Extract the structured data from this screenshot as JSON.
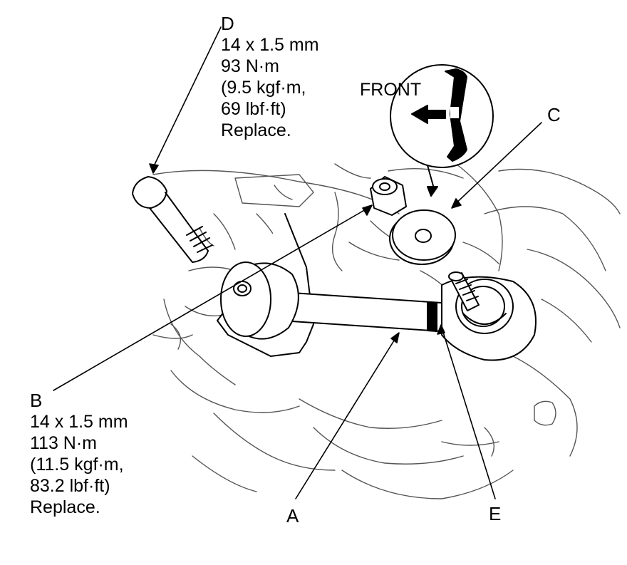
{
  "callouts": {
    "A": {
      "letter": "A"
    },
    "B": {
      "letter": "B",
      "size": "14 x 1.5 mm",
      "torque_nm": "113 N·m",
      "torque_kgf": "(11.5 kgf·m,",
      "torque_lbf": "83.2 lbf·ft)",
      "note": "Replace."
    },
    "C": {
      "letter": "C"
    },
    "D": {
      "letter": "D",
      "size": "14 x 1.5 mm",
      "torque_nm": "93 N·m",
      "torque_kgf": "(9.5 kgf·m,",
      "torque_lbf": "69 lbf·ft)",
      "note": "Replace."
    },
    "E": {
      "letter": "E"
    }
  },
  "detail_inset": {
    "direction_label": "FRONT",
    "arrow_icon": "left-arrow-icon"
  },
  "colors": {
    "ink": "#000000",
    "background": "#ffffff"
  }
}
